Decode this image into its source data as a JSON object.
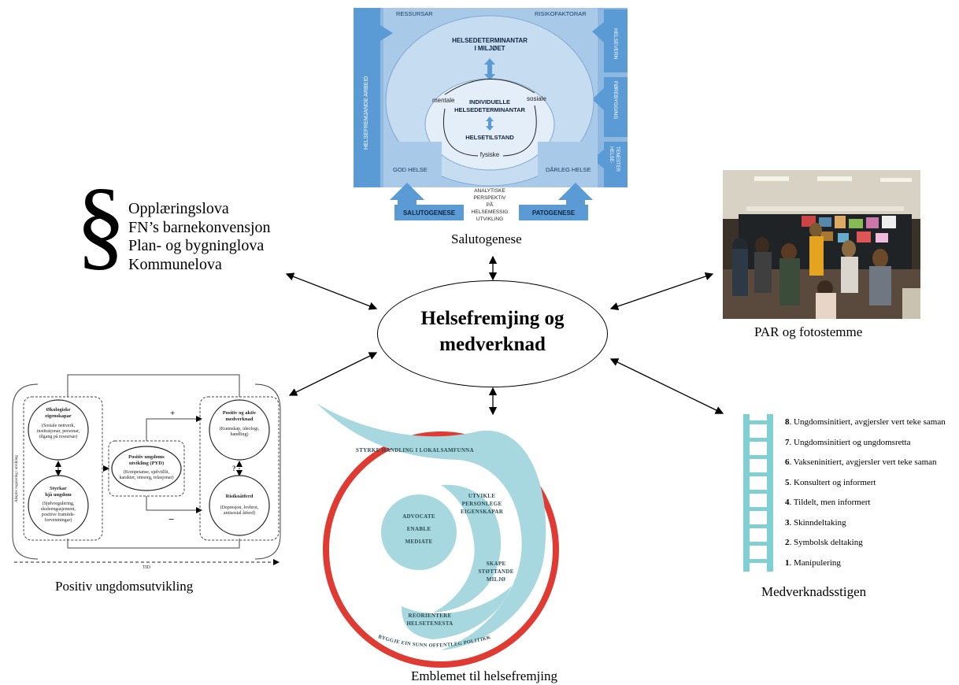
{
  "center": {
    "line1": "Helsefremjing og",
    "line2": "medverknad"
  },
  "laws": {
    "symbol": "§",
    "items": [
      "Opplæringslova",
      "FN’s barnekonvensjon",
      "Plan- og bygninglova",
      "Kommunelova"
    ]
  },
  "salutogenese": {
    "caption": "Salutogenese",
    "ressursar": "RESSURSAR",
    "risikofaktorar": "RISIKOFAKTORAR",
    "helsefremjande": "HELSEFREMJANDE ARBEID",
    "helsevern": "HELSEVERN",
    "forebygging": "FØREBYGGING",
    "helsetenester": "HELSE-TENESTER",
    "miljo_line1": "HELSEDETERMINANTAR",
    "miljo_line2": "I MILJØET",
    "individ_line1": "INDIVIDUELLE",
    "individ_line2": "HELSEDETERMINANTAR",
    "mentale": "mentale",
    "sosiale": "sosiale",
    "fysiske": "fysiske",
    "helsetilstand": "HELSETILSTAND",
    "god_helse": "GOD HELSE",
    "darleg_helse": "DÅRLEG HELSE",
    "salutogenese_btn": "SALUTOGENESE",
    "patogenese_btn": "PATOGENESE",
    "analytiske": [
      "ANALYTISKE",
      "PERSPEKTIV",
      "PÅ",
      "HELSEMESSIG",
      "UTVIKLING"
    ]
  },
  "par": {
    "caption": "PAR og fotostemme"
  },
  "pyd": {
    "caption": "Positiv ungdomsutvikling",
    "box1_title": [
      "Økologiske",
      "eigenskapar"
    ],
    "box1_sub": [
      "(Sosiale nettverk,",
      "institusjonar, personar,",
      "tilgang på ressursar)"
    ],
    "box2_title": [
      "Styrkar",
      "hjå ungdom"
    ],
    "box2_sub": [
      "(Sjølvregulering,",
      "skuleengasjement,",
      "positive framtids-",
      "forventningar)"
    ],
    "center_title": [
      "Positiv ungdoms",
      "utvikling (PYD)"
    ],
    "center_sub": [
      "(Kompetanse, sjølvtillit,",
      "karakter, omsorg, relasjonar)"
    ],
    "box3_title": [
      "Positiv og aktiv",
      "medverknad"
    ],
    "box3_sub": [
      "(Kunnskap, ideologi,",
      "handling)"
    ],
    "box4_title": "Risikoåtferd",
    "box4_sub": [
      "(Depresjon, lovbrot,",
      "antisosial åtferd)"
    ],
    "plus": "+",
    "minus": "−",
    "question": "?",
    "side_label": "Adaptiv regulering i utvikling",
    "tid": "TID"
  },
  "emblem": {
    "caption": "Emblemet til helsefremjing",
    "styrke": "STYRKE HANDLING I LOKALSAMFUNNA",
    "advocate": "ADVOCATE",
    "enable": "ENABLE",
    "mediate": "MEDIATE",
    "utvikle": [
      "UTVIKLE",
      "PERSONLEGE",
      "EIGENSKAPAR"
    ],
    "skape": [
      "SKAPE",
      "STØTTANDE",
      "MILJØ"
    ],
    "reorientere": [
      "REORIENTERE",
      "HELSETENESTA"
    ],
    "byggje": "BYGGJE EIN SUNN OFFENTLEG POLITIKK"
  },
  "ladder": {
    "caption": "Medverknadsstigen",
    "steps": [
      {
        "num": "8",
        "text": ". Ungdomsinitiert, avgjersler vert teke saman"
      },
      {
        "num": "7",
        "text": ". Ungdomsinitiert og ungdomsretta"
      },
      {
        "num": "6",
        "text": ". Vakseninitiert, avgjersler vert teke saman"
      },
      {
        "num": "5",
        "text": ". Konsultert og informert"
      },
      {
        "num": "4",
        "text": ". Tildelt, men informert"
      },
      {
        "num": "3",
        "text": ". Skinndeltaking"
      },
      {
        "num": "2",
        "text": ". Symbolsk deltaking"
      },
      {
        "num": "1",
        "text": ". Manipulering"
      }
    ]
  },
  "colors": {
    "salutogenese_blue": "#5b9bd5",
    "salutogenese_light": "#9dc3e6",
    "ladder_teal": "#7fcfd3",
    "emblem_red": "#e03b32",
    "emblem_teal": "#a8d8df"
  }
}
